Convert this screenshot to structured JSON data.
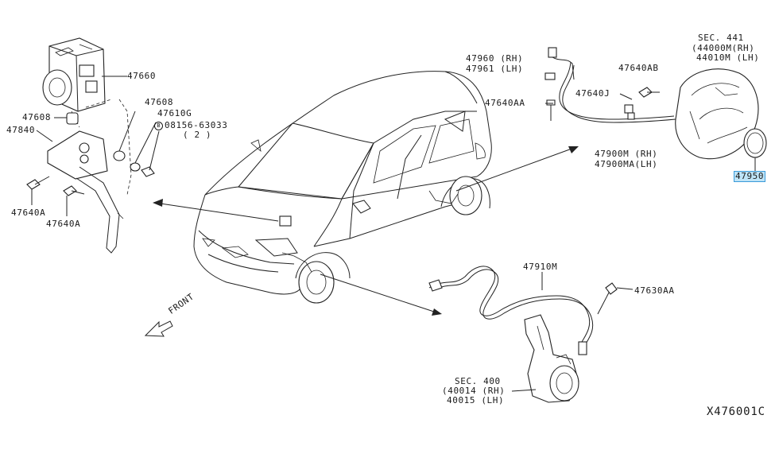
{
  "labels": {
    "p47660": "47660",
    "p47608_left": "47608",
    "p47840": "47840",
    "p47608": "47608",
    "p47610g": "47610G",
    "bolt_circle": "B",
    "bolt_code": "08156-63033",
    "bolt_qty": "( 2 )",
    "p47640a_1": "47640A",
    "p47640a_2": "47640A",
    "front": "FRONT",
    "p47960_rh": "47960 (RH)",
    "p47961_lh": "47961 (LH)",
    "p47640aa": "47640AA",
    "p47640j": "47640J",
    "p47640ab": "47640AB",
    "sec441": "SEC. 441",
    "p44000m": "(44000M(RH)",
    "p44010m": "44010M (LH)",
    "p47950": "47950",
    "p47900m": "47900M (RH)",
    "p47900ma": "47900MA(LH)",
    "p47910m": "47910M",
    "p47630aa": "47630AA",
    "sec400": "SEC. 400",
    "p40014": "(40014 (RH)",
    "p40015": "40015 (LH)",
    "diagram_code": "X476001C"
  },
  "colors": {
    "line": "#222222",
    "highlight_fill": "#bfe4f7",
    "highlight_border": "#3a9bd9"
  }
}
